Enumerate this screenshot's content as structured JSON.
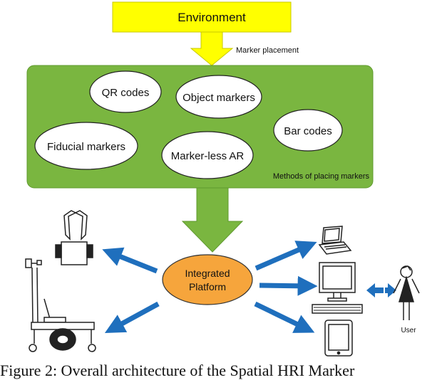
{
  "environment": {
    "label": "Environment"
  },
  "marker_placement_label": "Marker placement",
  "methods_box": {
    "label": "Methods of placing markers",
    "items": [
      {
        "label": "QR codes"
      },
      {
        "label": "Object markers"
      },
      {
        "label": "Bar codes"
      },
      {
        "label": "Fiducial markers"
      },
      {
        "label": "Marker-less AR"
      }
    ]
  },
  "platform": {
    "line1": "Integrated",
    "line2": "Platform"
  },
  "user_label": "User",
  "caption": "Figure 2: Overall architecture of the Spatial HRI Marker",
  "colors": {
    "environment_fill": "#ffff00",
    "environment_stroke": "#c9c900",
    "methods_fill": "#7ab640",
    "platform_fill": "#f6a53c",
    "arrow_blue": "#1f6fbd"
  },
  "icons": [
    "robot-gripper-icon",
    "mobile-robot-icon",
    "laptop-icon",
    "desktop-computer-icon",
    "tablet-icon",
    "user-icon"
  ]
}
